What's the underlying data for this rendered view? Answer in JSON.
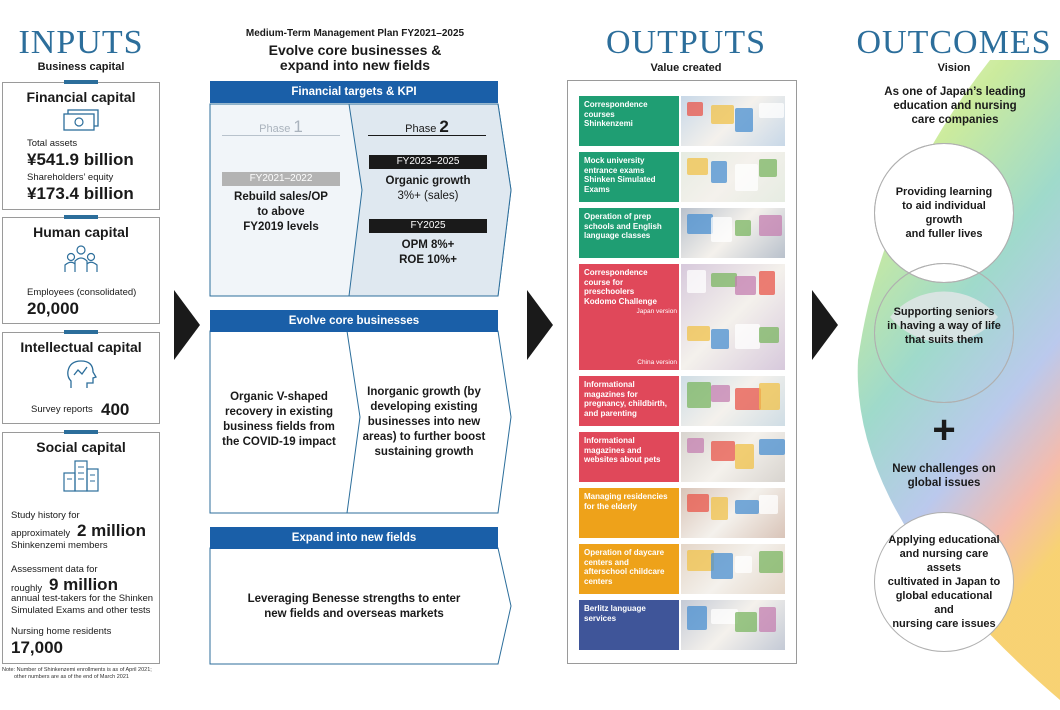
{
  "inputs": {
    "title": "INPUTS",
    "subtitle": "Business capital",
    "financial": {
      "title": "Financial capital",
      "total_assets_label": "Total assets",
      "total_assets_value": "¥541.9 billion",
      "equity_label": "Shareholders’ equity",
      "equity_value": "¥173.4 billion"
    },
    "human": {
      "title": "Human capital",
      "employees_label": "Employees (consolidated)",
      "employees_value": "20,000"
    },
    "intellectual": {
      "title": "Intellectual capital",
      "survey_label": "Survey reports",
      "survey_value": "400"
    },
    "social": {
      "title": "Social capital",
      "study_pre": "Study history for",
      "study_approx": "approximately",
      "study_value": "2 million",
      "study_post": "Shinkenzemi members",
      "assess_pre": "Assessment data for",
      "assess_roughly": "roughly",
      "assess_value": "9 million",
      "assess_post1": "annual test-takers for the Shinken",
      "assess_post2": "Simulated Exams and other tests",
      "nursing_label": "Nursing home residents",
      "nursing_value": "17,000"
    },
    "note1": "Note: Number of Shinkenzemi enrollments is as of April 2021;",
    "note2": "other numbers are as of the end of March 2021"
  },
  "plan": {
    "header": "Medium-Term Management Plan FY2021–2025",
    "title1": "Evolve core businesses &",
    "title2": "expand into new fields",
    "kpi_bar": "Financial targets & KPI",
    "phase_word": "Phase",
    "phase1_num": "1",
    "phase2_num": "2",
    "p1_label": "FY2021–2022",
    "p1_text1": "Rebuild sales/OP",
    "p1_text2": "to above",
    "p1_text3": "FY2019 levels",
    "p2_label_a": "FY2023–2025",
    "p2_text_a1": "Organic growth",
    "p2_text_a2": "3%+ (sales)",
    "p2_label_b": "FY2025",
    "p2_text_b1": "OPM 8%+",
    "p2_text_b2": "ROE 10%+",
    "core_bar": "Evolve core businesses",
    "core_left1": "Organic V-shaped",
    "core_left2": "recovery in existing",
    "core_left3": "business fields from",
    "core_left4": "the COVID-19 impact",
    "core_right1": "Inorganic growth (by",
    "core_right2": "developing existing",
    "core_right3": "businesses into new",
    "core_right4": "areas) to further boost",
    "core_right5": "sustaining growth",
    "new_bar": "Expand into new fields",
    "new_text1": "Leveraging Benesse strengths to enter",
    "new_text2": "new fields and overseas markets"
  },
  "outputs": {
    "title": "OUTPUTS",
    "subtitle": "Value created",
    "items": [
      {
        "l1": "Correspondence",
        "l2": "courses",
        "l3": "Shinkenzemi",
        "color": "#1f9e73"
      },
      {
        "l1": "Mock university",
        "l2": "entrance exams",
        "l3": "Shinken Simulated",
        "l4": "Exams",
        "color": "#1f9e73"
      },
      {
        "l1": "Operation of prep",
        "l2": "schools and English",
        "l3": "language classes",
        "color": "#1f9e73"
      },
      {
        "l1": "Correspondence",
        "l2": "course for preschoolers",
        "l3": "Kodomo Challenge",
        "color": "#e0485a"
      },
      {
        "l1": "Informational",
        "l2": "magazines for",
        "l3": "pregnancy, childbirth,",
        "l4": "and parenting",
        "color": "#e0485a"
      },
      {
        "l1": "Informational",
        "l2": "magazines and",
        "l3": "websites about pets",
        "color": "#e0485a"
      },
      {
        "l1": "Managing residencies",
        "l2": "for the elderly",
        "color": "#eea21a"
      },
      {
        "l1": "Operation of daycare",
        "l2": "centers and",
        "l3": "afterschool childcare",
        "l4": "centers",
        "color": "#eea21a"
      },
      {
        "l1": "Berlitz language",
        "l2": "services",
        "color": "#3f5599"
      }
    ],
    "japan_version": "Japan version",
    "china_version": "China version"
  },
  "outcomes": {
    "title": "OUTCOMES",
    "subtitle": "Vision",
    "vision1": "As one of Japan’s leading",
    "vision2": "education and nursing",
    "vision3": "care companies",
    "circle1_1": "Providing learning",
    "circle1_2": "to aid individual growth",
    "circle1_3": "and fuller lives",
    "circle2_1": "Supporting seniors",
    "circle2_2": "in having a way of life",
    "circle2_3": "that suits them",
    "plus": "+",
    "challenge1": "New challenges on",
    "challenge2": "global issues",
    "circle3_1": "Applying educational",
    "circle3_2": "and nursing care assets",
    "circle3_3": "cultivated in Japan to",
    "circle3_4": "global educational and",
    "circle3_5": "nursing care issues"
  },
  "colors": {
    "accent_blue": "#2c6e9b",
    "bar_blue": "#1a5fa8",
    "green": "#1f9e73",
    "red": "#e0485a",
    "orange": "#eea21a",
    "navy": "#3f5599"
  }
}
